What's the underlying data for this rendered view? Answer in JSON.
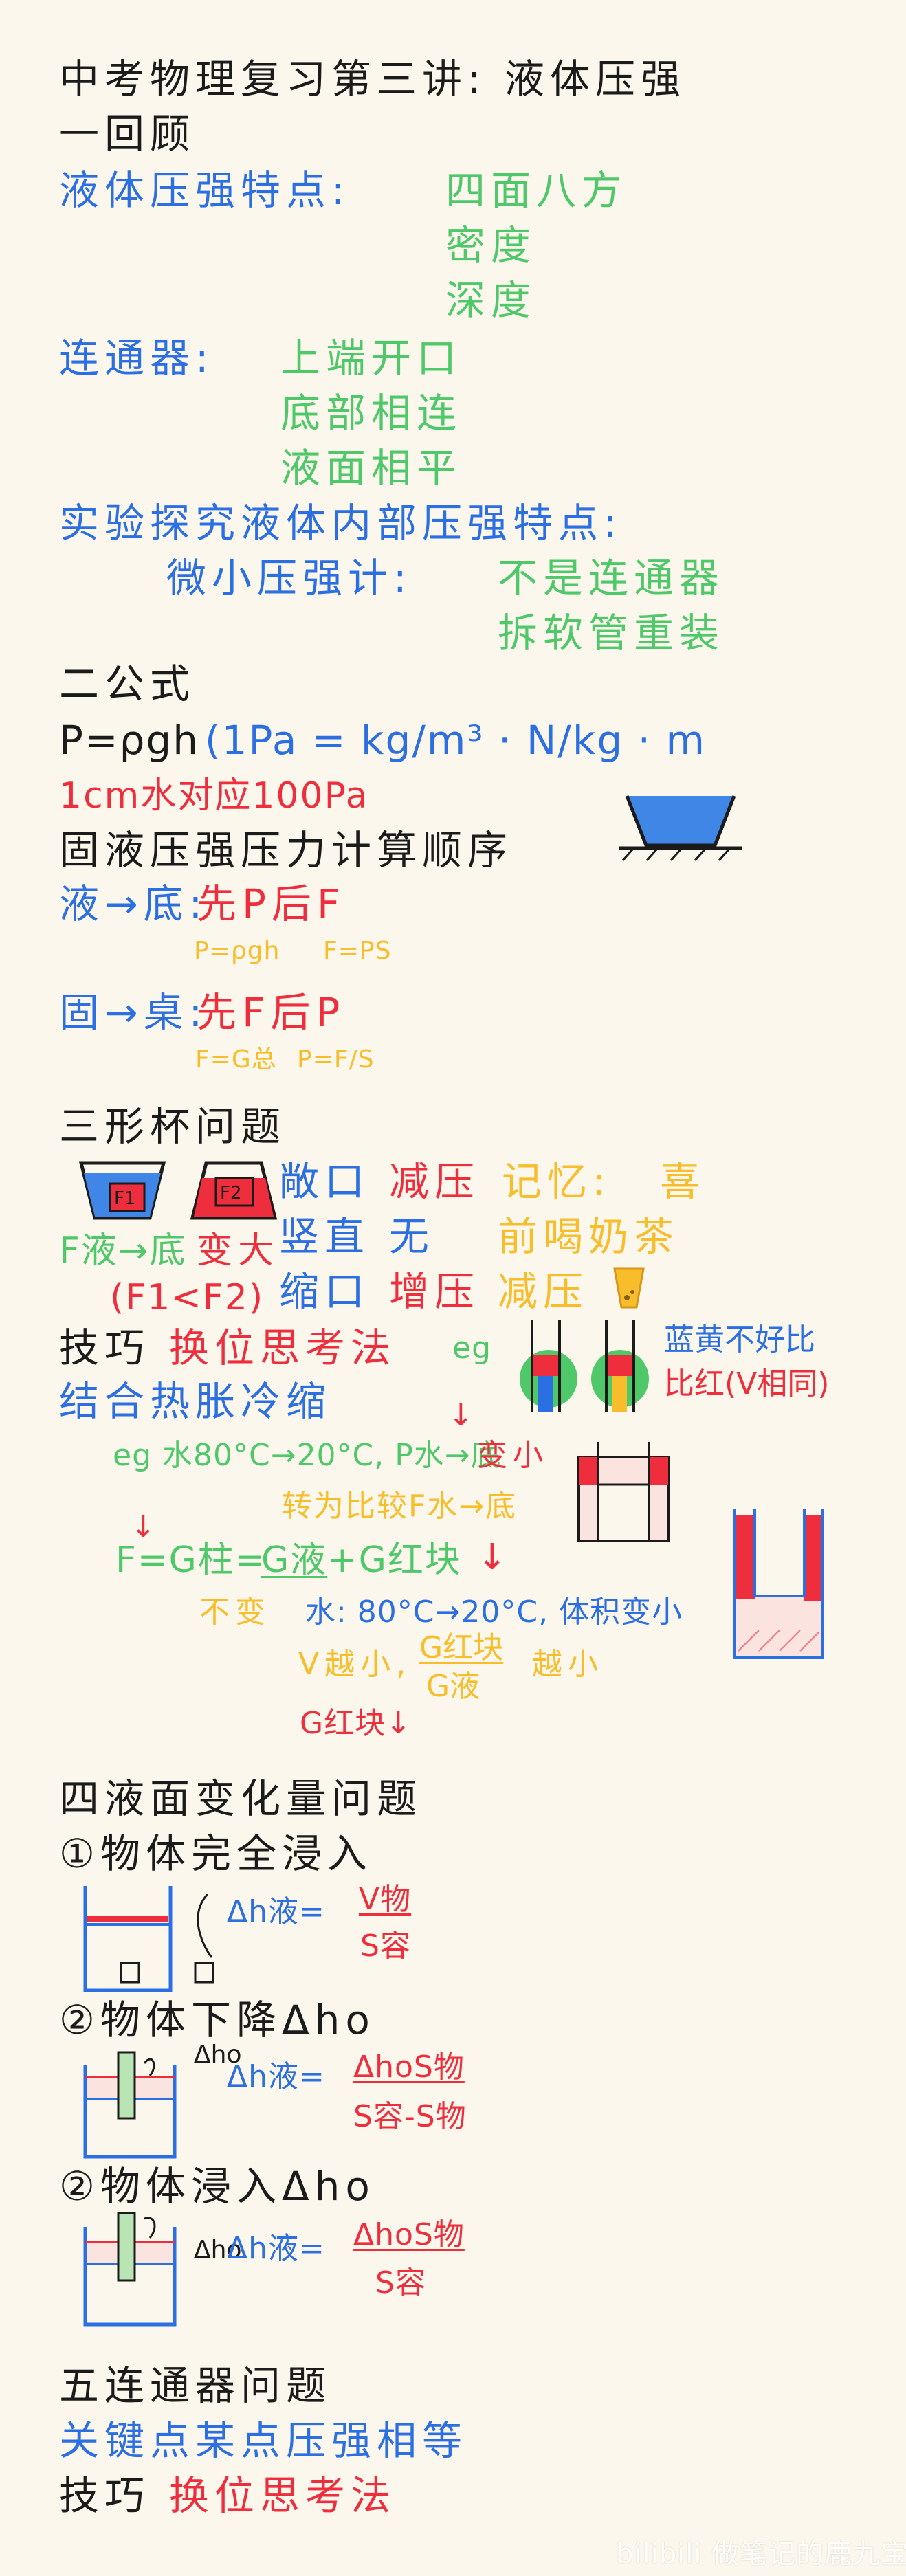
{
  "title": "中考物理复习第三讲: 液体压强",
  "s1": {
    "heading": "一回顾",
    "features_label": "液体压强特点:",
    "features": [
      "四面八方",
      "密度",
      "深度"
    ],
    "connector_label": "连通器:",
    "connector": [
      "上端开口",
      "底部相连",
      "液面相平"
    ],
    "experiment": "实验探究液体内部压强特点:",
    "gauge_label": "微小压强计:",
    "gauge": [
      "不是连通器",
      "拆软管重装"
    ]
  },
  "s2": {
    "heading": "二公式",
    "formula": "P=ρgh",
    "units": "(1Pa = kg/m³ · N/kg · m",
    "note": "1cm水对应100Pa",
    "order_title": "固液压强压力计算顺序",
    "liquid_label": "液→底:",
    "liquid_rule": "先P后F",
    "liquid_sub": [
      "P=ρgh",
      "F=PS"
    ],
    "solid_label": "固→桌:",
    "solid_rule": "先F后P",
    "solid_sub": [
      "F=G总",
      "P=F/S"
    ]
  },
  "s3": {
    "heading": "三形杯问题",
    "cup_label_1": "F1",
    "cup_label_2": "F2",
    "force_line": "F液→底",
    "force_change": "变大",
    "compare": "(F1<F2)",
    "rows": [
      {
        "shape": "敞口",
        "effect": "减压"
      },
      {
        "shape": "竖直",
        "effect": "无"
      },
      {
        "shape": "缩口",
        "effect": "增压"
      }
    ],
    "memory_label": "记忆:",
    "memory_head": "喜",
    "memory_lines": [
      "前喝奶茶",
      "减压"
    ],
    "trick_label": "技巧",
    "trick_method": "换位思考法",
    "eg": "eg",
    "color_left": "蓝黄不好比",
    "color_right": "比红(V相同)",
    "thermal": "结合热胀冷缩",
    "eg_line": "eg 水80°C→20°C, P水→底",
    "eg_change": "变小",
    "convert": "转为比较F水→底",
    "eq_a": "F=G柱=",
    "eq_b": "G液",
    "eq_c": "+G红块",
    "unchanged": "不变",
    "cooling": "水: 80°C→20°C, 体积变小",
    "v_small": "V越小,",
    "frac_top": "G红块",
    "frac_bot": "G液",
    "smaller": "越小",
    "red_block": "G红块↓"
  },
  "s4": {
    "heading": "四液面变化量问题",
    "c1_title": "①物体完全浸入",
    "c1_lhs": "Δh液=",
    "c1_top": "V物",
    "c1_bot": "S容",
    "c2_title": "②物体下降Δho",
    "c2_tag": "Δho",
    "c2_lhs": "Δh液=",
    "c2_top": "ΔhoS物",
    "c2_bot": "S容-S物",
    "c3_title": "②物体浸入Δho",
    "c3_tag": "Δho",
    "c3_lhs": "Δh液=",
    "c3_top": "ΔhoS物",
    "c3_bot": "S容"
  },
  "s5": {
    "heading": "五连通器问题",
    "key": "关键点某点压强相等",
    "trick_label": "技巧",
    "trick_method": "换位思考法"
  },
  "watermark": "bilibili 做笔记的鹿九宝",
  "colors": {
    "black": "#1b1b1b",
    "blue": "#2b6fe3",
    "green": "#4fc86a",
    "red": "#ee2d3d",
    "yellow": "#f7bd2a"
  }
}
